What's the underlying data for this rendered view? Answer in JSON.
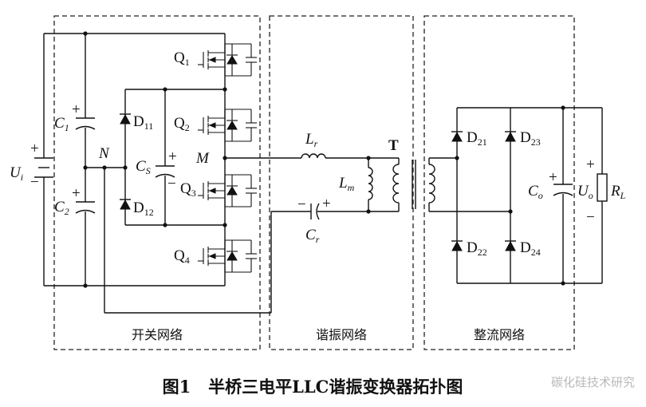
{
  "sections": {
    "switch": "开关网络",
    "resonant": "谐振网络",
    "rectifier": "整流网络"
  },
  "labels": {
    "Ui": "U",
    "Ui_sub": "i",
    "C1": "C",
    "C1_sub": "1",
    "C2": "C",
    "C2_sub": "2",
    "N": "N",
    "D11": "D",
    "D11_sub": "11",
    "D12": "D",
    "D12_sub": "12",
    "Cs": "C",
    "Cs_sub": "S",
    "M": "M",
    "Q1": "Q",
    "Q1_sub": "1",
    "Q2": "Q",
    "Q2_sub": "2",
    "Q3": "Q",
    "Q3_sub": "3",
    "Q4": "Q",
    "Q4_sub": "4",
    "Lr": "L",
    "Lr_sub": "r",
    "Lm": "L",
    "Lm_sub": "m",
    "Cr": "C",
    "Cr_sub": "r",
    "T": "T",
    "D21": "D",
    "D21_sub": "21",
    "D22": "D",
    "D22_sub": "22",
    "D23": "D",
    "D23_sub": "23",
    "D24": "D",
    "D24_sub": "24",
    "Co": "C",
    "Co_sub": "o",
    "Uo": "U",
    "Uo_sub": "o",
    "RL": "R",
    "RL_sub": "L",
    "plus": "+",
    "minus": "−"
  },
  "caption": "图1   半桥三电平LLC谐振变换器拓扑图",
  "watermark": "碳化硅技术研究"
}
